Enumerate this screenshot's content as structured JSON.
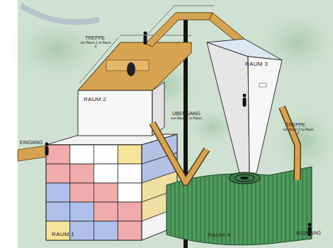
{
  "diagram": {
    "nodes": [
      {
        "text": [
          "RAUM 1"
        ]
      },
      {
        "text": [
          "RAUM 2"
        ]
      },
      {
        "text": [
          "RAUM 3"
        ]
      },
      {
        "text": [
          "RAUM 4"
        ]
      }
    ],
    "edges": [
      {
        "from": 1,
        "to": 2,
        "arrow": "none"
      },
      {
        "from": 2,
        "to": 3,
        "arrow": "none"
      }
    ],
    "labels": [
      "TREPPE",
      "von Raum 1 zu Raum 2",
      "ÜBERGANG",
      "von Raum 2 zu Raum 3",
      "TREPPE",
      "von Raum 3 zu Raum 4",
      "EINGANG",
      "AUSGANG"
    ]
  }
}
